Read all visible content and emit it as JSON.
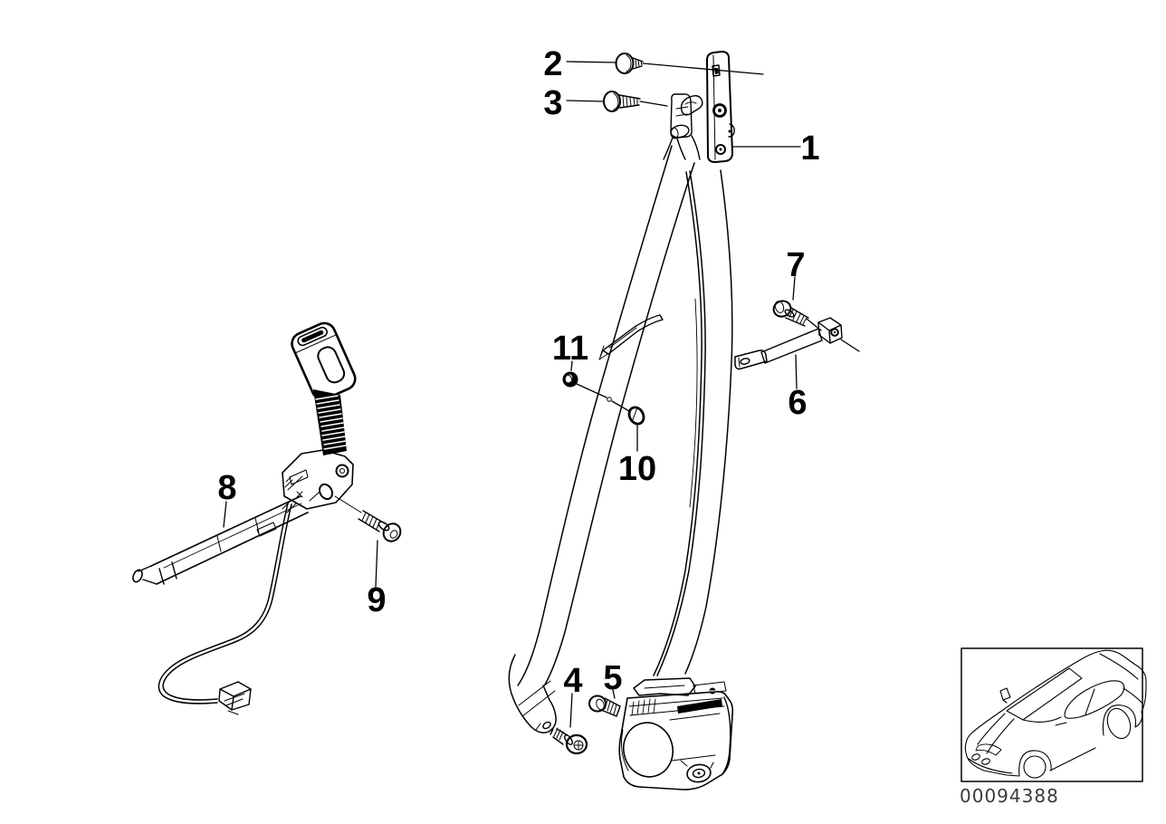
{
  "diagram": {
    "background_color": "#ffffff",
    "line_color": "#000000",
    "callouts": [
      {
        "label": "1",
        "points_to": "belt-upper-anchor-rail"
      },
      {
        "label": "2",
        "points_to": "upper-anchor-screw"
      },
      {
        "label": "3",
        "points_to": "adjuster-fitting-screw"
      },
      {
        "label": "4",
        "points_to": "belt-end-anchor-bolt"
      },
      {
        "label": "5",
        "points_to": "retractor-bolt"
      },
      {
        "label": "6",
        "points_to": "lower-link-bracket"
      },
      {
        "label": "7",
        "points_to": "link-bracket-bolt"
      },
      {
        "label": "8",
        "points_to": "buckle-tensioner-tube"
      },
      {
        "label": "9",
        "points_to": "buckle-bolt"
      },
      {
        "label": "10",
        "points_to": "cover-cap"
      },
      {
        "label": "11",
        "points_to": "grommet"
      }
    ],
    "footer": {
      "drawing_number": "00094388",
      "color": "#3a3a3a"
    },
    "thumbnail_icon": "car-outline-icon"
  }
}
